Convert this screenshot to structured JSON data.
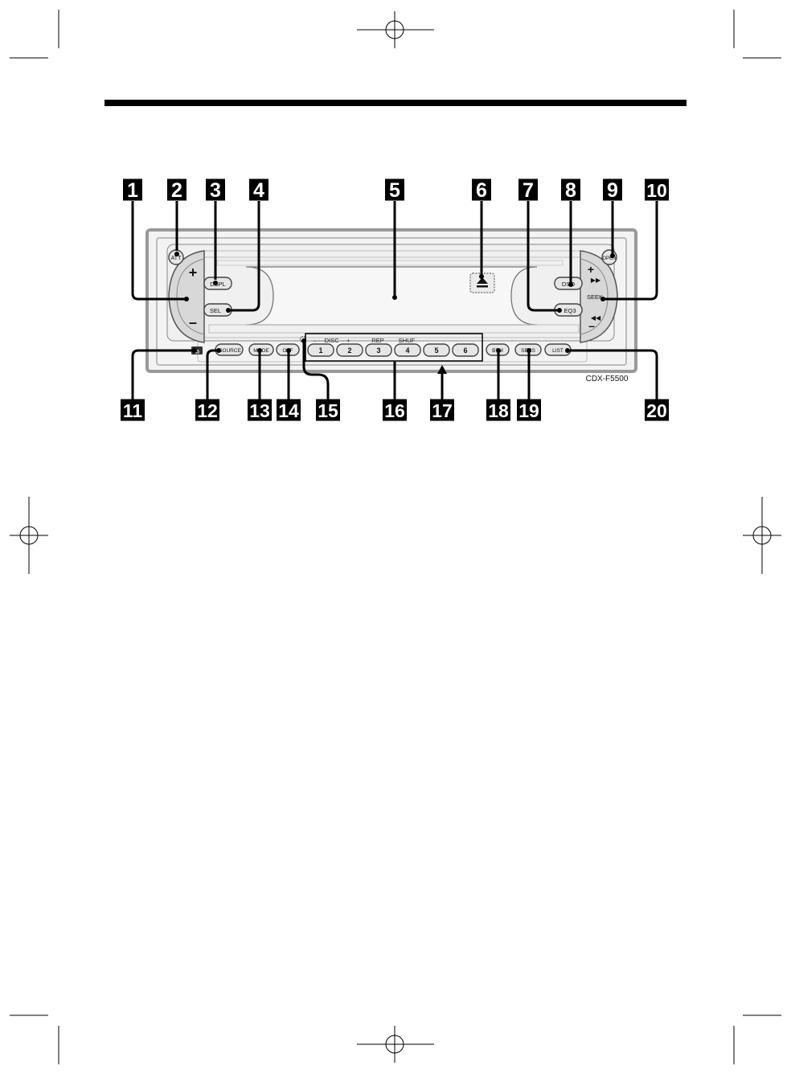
{
  "model": "CDX-F5500",
  "callouts": [
    "1",
    "2",
    "3",
    "4",
    "5",
    "6",
    "7",
    "8",
    "9",
    "10",
    "11",
    "12",
    "13",
    "14",
    "15",
    "16",
    "17",
    "18",
    "19",
    "20"
  ],
  "buttons": {
    "att": "ATT",
    "dspl": "DSPL",
    "sel": "SEL",
    "dso": "DSO",
    "eq3": "EQ3",
    "open": "OPEN",
    "seek": "SEEK",
    "source": "SOURCE",
    "mode": "MODE",
    "off": "OFF",
    "btm": "BTM",
    "sens": "SENS",
    "list": "LIST",
    "vol_plus": "+",
    "vol_minus": "–",
    "seek_plus": "+",
    "seek_minus": "–",
    "release": "⧉"
  },
  "presets": {
    "labels": [
      "1",
      "2",
      "3",
      "4",
      "5",
      "6"
    ],
    "disc_label": "– ···DISC ···+",
    "rep_label": "REP",
    "shuf_label": "SHUF"
  }
}
